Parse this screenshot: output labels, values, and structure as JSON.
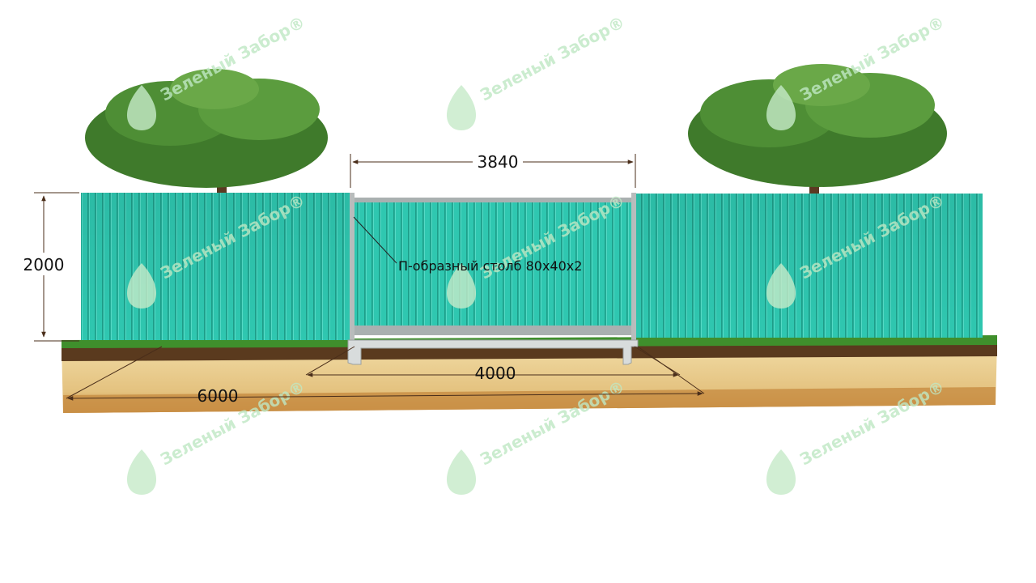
{
  "diagram": {
    "dimensions": {
      "gate_width": "3840",
      "fence_height": "2000",
      "opening_width": "4000",
      "section_width": "6000"
    },
    "callout": {
      "post_label": "П-образный столб 80х40х2"
    },
    "watermark": {
      "brand": "Зеленый Забор",
      "mark": "®"
    },
    "colors": {
      "sheet": "#2fc7b0",
      "sheet_dark": "#22a894",
      "grass": "#3f8f2c",
      "soil_top": "#5a3a1e",
      "sand": "#e9cf92",
      "sand_dark": "#c98f45",
      "frame": "#a9b0b0",
      "foliage": "#3f7a2b",
      "watermark": "#bfe8c4"
    }
  }
}
